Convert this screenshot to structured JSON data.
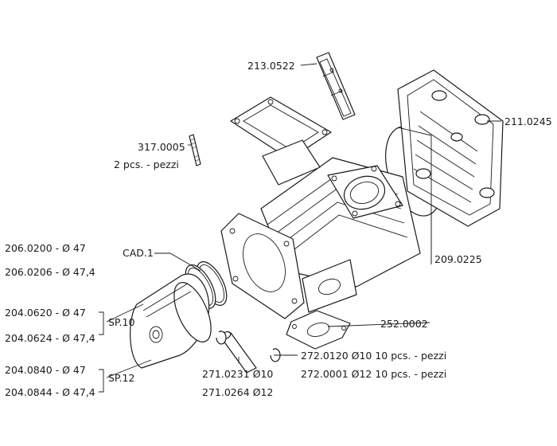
{
  "labels": {
    "reed_valve": "213.0522",
    "stud": "317.0005",
    "stud_qty": "2 pcs. - pezzi",
    "head": "211.0245",
    "cylinder_kit": "209.0225",
    "gasket": "252.0002",
    "clip_10": "272.0120 Ø10 10 pcs. - pezzi",
    "clip_12": "272.0001 Ø12 10 pcs. - pezzi",
    "pin_10": "271.0231 Ø10",
    "pin_12": "271.0264 Ø12",
    "ring_47": "206.0200 - Ø 47",
    "ring_474": "206.0206 - Ø 47,4",
    "ring_group": "CAD.1",
    "piston_sp10_47": "204.0620 - Ø 47",
    "piston_sp10_474": "204.0624 - Ø 47,4",
    "sp10": "SP.10",
    "piston_sp12_47": "204.0840 - Ø 47",
    "piston_sp12_474": "204.0844 - Ø 47,4",
    "sp12": "SP.12"
  }
}
